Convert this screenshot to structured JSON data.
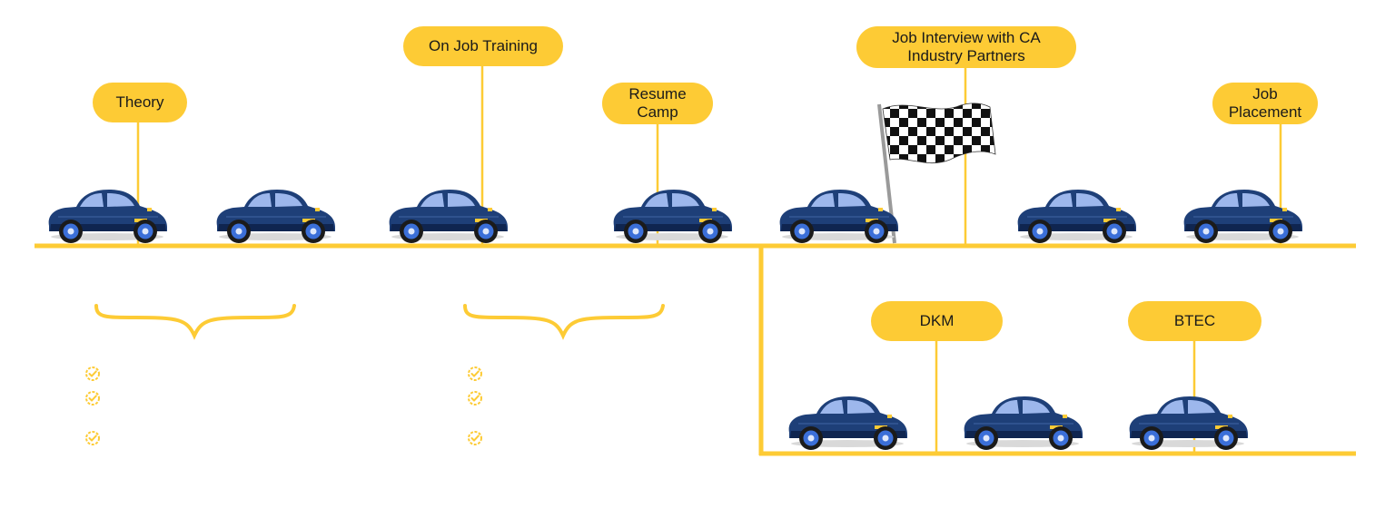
{
  "colors": {
    "accent": "#FDCB35",
    "car_body": "#1E3F78",
    "car_dark": "#0F2550",
    "car_window": "#9DB7EC",
    "wheel": "#3B6FD8",
    "text": "#1a1a1a"
  },
  "milestones": {
    "theory": "Theory",
    "on_job_training": "On Job Training",
    "resume_camp": "Resume Camp",
    "job_interview": "Job Interview with CA Industry Partners",
    "job_placement": "Job Placement",
    "dkm": "DKM",
    "btec": "BTEC"
  },
  "icons": {
    "car": "car-icon",
    "flag": "checkered-flag-icon",
    "check": "check-badge-icon",
    "brace": "curly-brace"
  }
}
